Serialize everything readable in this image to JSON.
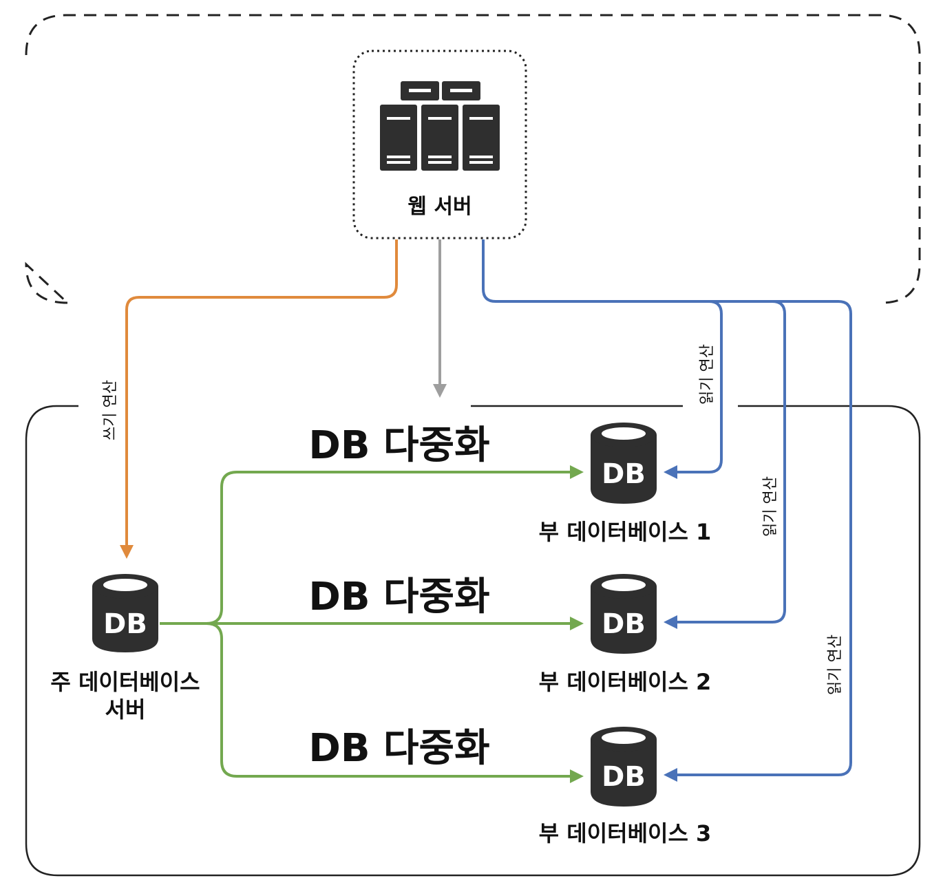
{
  "web_server": {
    "label": "웹 서버"
  },
  "primary_db": {
    "icon_label": "DB",
    "label_line1": "주 데이터베이스",
    "label_line2": "서버"
  },
  "replicas": [
    {
      "icon_label": "DB",
      "label": "부 데이터베이스 1"
    },
    {
      "icon_label": "DB",
      "label": "부 데이터베이스 2"
    },
    {
      "icon_label": "DB",
      "label": "부 데이터베이스 3"
    }
  ],
  "replication_label": "DB 다중화",
  "write_op_label": "쓰기 연산",
  "read_op_label": "읽기 연산",
  "colors": {
    "write": "#e08a3c",
    "read": "#4a72b8",
    "replication": "#73a84f",
    "neutral": "#9e9e9e",
    "icon": "#2f2f2f"
  }
}
